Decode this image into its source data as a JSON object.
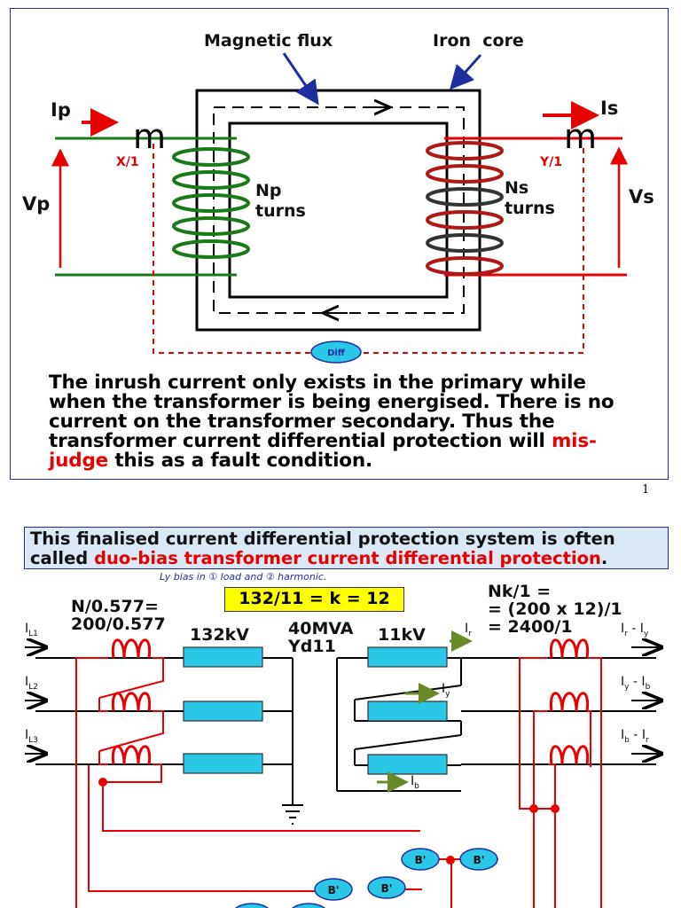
{
  "slide1": {
    "labels": {
      "magnetic_flux": "Magnetic flux",
      "iron_core": "Iron  core",
      "ip": "Ip",
      "is": "Is",
      "vp": "Vp",
      "vs": "Vs",
      "np": "Np",
      "np_turns": "turns",
      "ns": "Ns",
      "ns_turns": "turns",
      "ct_primary_glyph": "m",
      "ct_secondary_glyph": "m",
      "ratio_primary": "X/1",
      "ratio_secondary": "Y/1",
      "diff": "Diff"
    },
    "text": {
      "line1": "The inrush current only exists in the primary while",
      "line2": "when the transformer is being energised.  There is no",
      "line3": "current on the transformer secondary.  Thus the",
      "line4_a": "transformer current differential protection will ",
      "line4_red": "mis-",
      "line5_red": "judge",
      "line5_b": " this as a fault condition."
    },
    "page_number": "1"
  },
  "slide2": {
    "title_a": "This finalised current differential protection system is often",
    "title_b": "called ",
    "title_red": "duo-bias transformer current differential protection",
    "title_end": ".",
    "handwritten_note": "Ly bias in ① load and ② harmonic.",
    "k_box": "132/11 = k = 12",
    "n_ratio_1": "N/0.577=",
    "n_ratio_2": "200/0.577",
    "hv": "132kV",
    "rating_1": "40MVA",
    "rating_2": "Yd11",
    "lv": "11kV",
    "nk_1": "Nk/1 =",
    "nk_2": "= (200 x 12)/1",
    "nk_3": "= 2400/1",
    "phase_in": [
      {
        "main": "I",
        "sub": "L1"
      },
      {
        "main": "I",
        "sub": "L2"
      },
      {
        "main": "I",
        "sub": "L3"
      }
    ],
    "winding_currents": [
      {
        "main": "I",
        "sub": "r"
      },
      {
        "main": "I",
        "sub": "y"
      },
      {
        "main": "I",
        "sub": "b"
      }
    ],
    "phase_out": [
      {
        "a": "I",
        "a_sub": "r",
        "sep": " - ",
        "b": "I",
        "b_sub": "y"
      },
      {
        "a": "I",
        "a_sub": "y",
        "sep": " - ",
        "b": "I",
        "b_sub": "b"
      },
      {
        "a": "I",
        "a_sub": "b",
        "sep": " - ",
        "b": "I",
        "b_sub": "r"
      }
    ],
    "bias_label": "B'",
    "colors": {
      "red": "#e60000",
      "green": "#1a7a1a",
      "coil_red": "#b01818",
      "cyan": "#28c8e6",
      "blue": "#1f2fa0",
      "yellow": "#ffff00"
    }
  }
}
